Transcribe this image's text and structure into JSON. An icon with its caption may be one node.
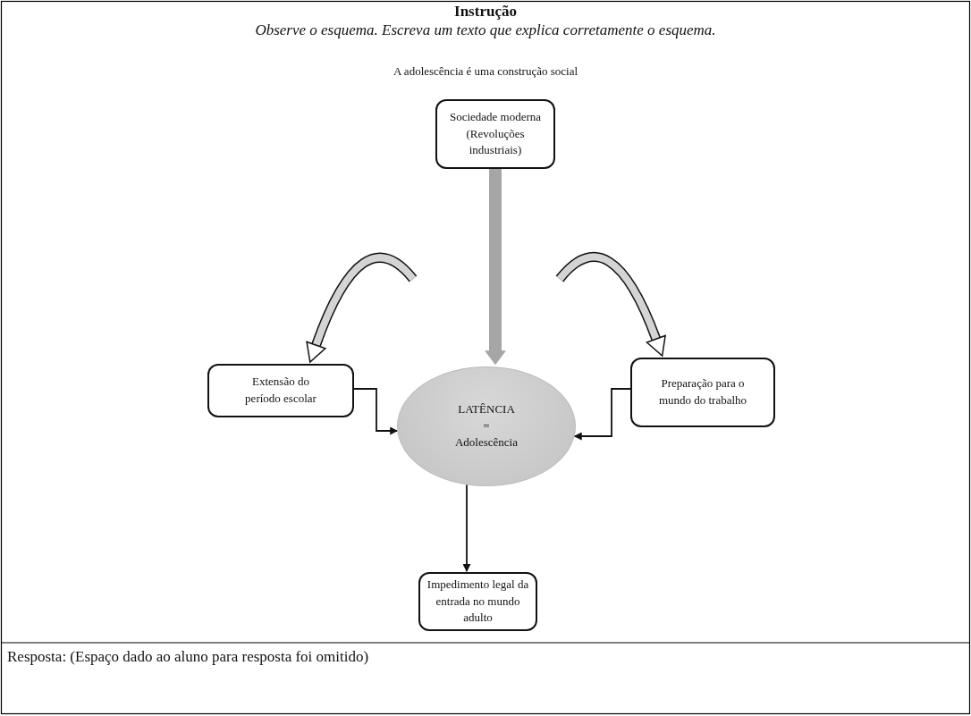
{
  "diagram": {
    "title": "Instrução",
    "nodes": [
      {
        "text": [
          "Sociedade moderna (Revoluções industriais)"
        ]
      },
      {
        "text": [
          "Extensão do período escolar"
        ]
      },
      {
        "text": [
          "LATÊNCIA = Adolescência"
        ]
      },
      {
        "text": [
          "Preparação para o mundo do trabalho"
        ]
      },
      {
        "text": [
          "Impedimento legal da entrada no mundo adulto"
        ]
      }
    ],
    "edges": [
      {
        "from": 0,
        "to": 2,
        "arrow": "to",
        "style": "thick",
        "color": "#a6a6a6"
      },
      {
        "from": null,
        "to": 1,
        "arrow": "to",
        "style": "thick"
      },
      {
        "from": null,
        "to": 3,
        "arrow": "to",
        "style": "thick"
      },
      {
        "from": 1,
        "to": 2,
        "arrow": "to"
      },
      {
        "from": 3,
        "to": 2,
        "arrow": "to"
      },
      {
        "from": 2,
        "to": 4,
        "arrow": "to"
      }
    ],
    "labels": [
      "Observe o esquema. Escreva um texto que explica corretamente o esquema.",
      "A adolescência é uma construção social",
      "Resposta: (Espaço dado ao aluno para resposta foi omitido)"
    ]
  }
}
